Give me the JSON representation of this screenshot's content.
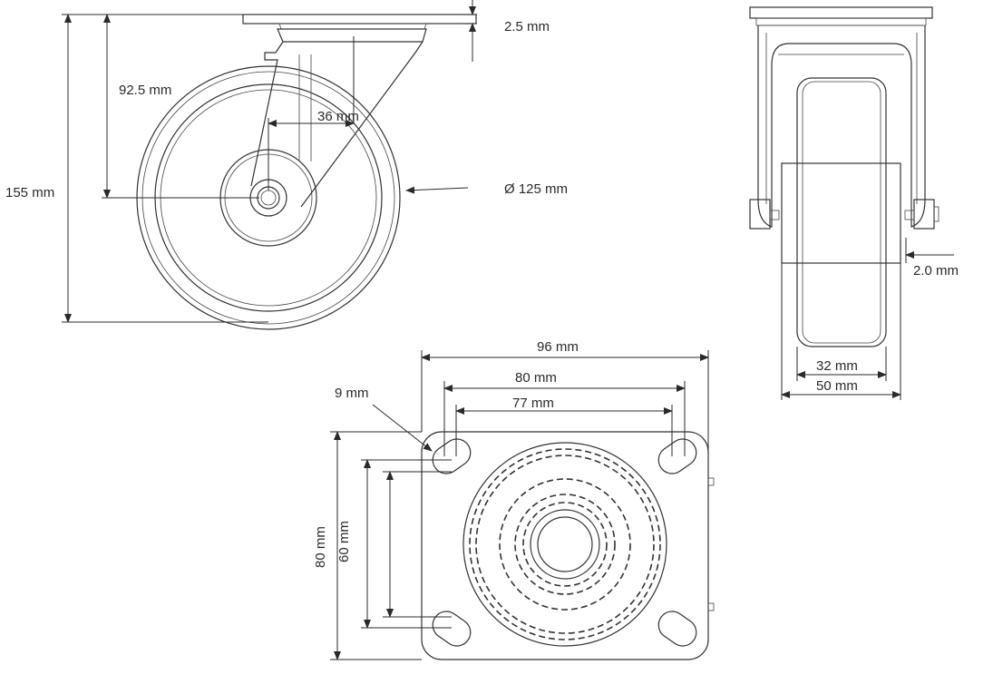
{
  "side_view": {
    "labels": {
      "plate_thickness": "2.5 mm",
      "axle_height": "92.5 mm",
      "offset": "36 mm",
      "total_height": "155 mm",
      "wheel_diameter": "Ø 125 mm"
    }
  },
  "front_view": {
    "labels": {
      "clearance": "2.0 mm",
      "tread_width": "32 mm",
      "wheel_width": "50 mm"
    }
  },
  "top_view": {
    "labels": {
      "plate_width": "96 mm",
      "hole_spacing_outer": "80 mm",
      "hole_spacing_inner": "77 mm",
      "hole_diameter": "9 mm",
      "plate_length": "80 mm",
      "hole_spacing_vertical": "60 mm"
    }
  }
}
